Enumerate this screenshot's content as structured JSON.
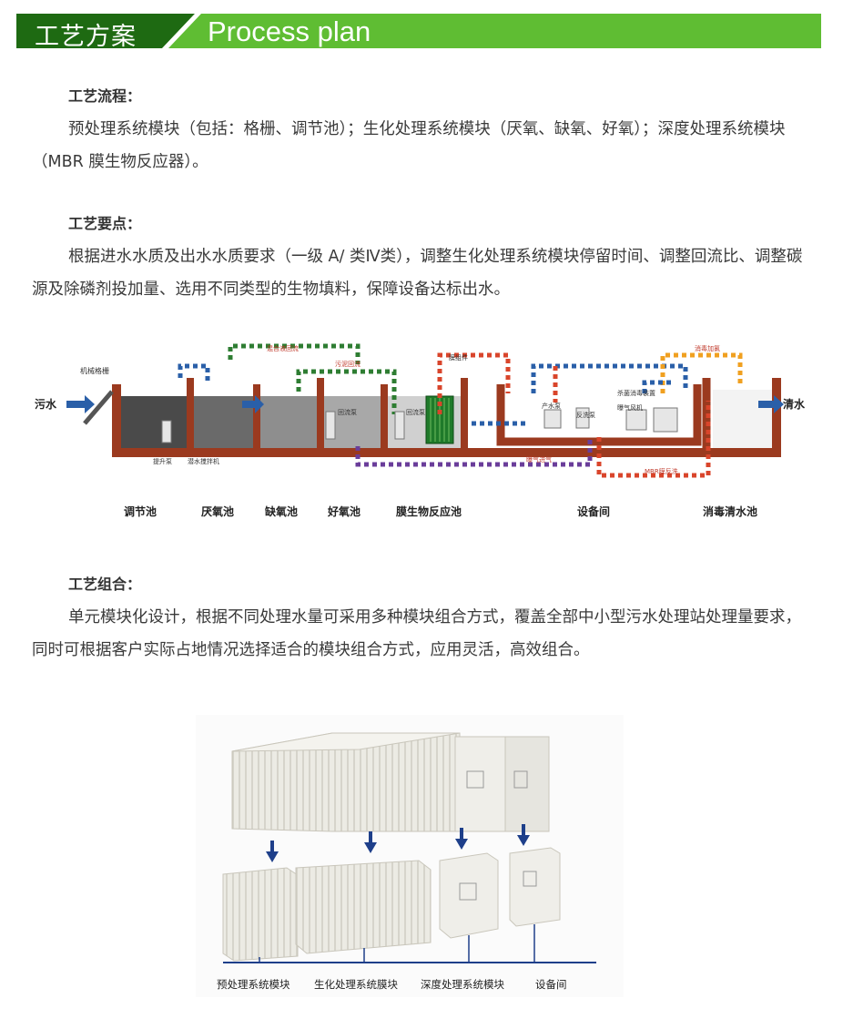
{
  "header": {
    "title_cn": "工艺方案",
    "title_en": "Process plan",
    "dark_color": "#1e6a12",
    "green_color": "#5fbd33"
  },
  "sections": [
    {
      "title": "工艺流程：",
      "body": "预处理系统模块（包括：格栅、调节池）；生化处理系统模块（厌氧、缺氧、好氧）；深度处理系统模块（MBR 膜生物反应器）。"
    },
    {
      "title": "工艺要点：",
      "body": "根据进水水质及出水水质要求（一级 A/ 类Ⅳ类），调整生化处理系统模块停留时间、调整回流比、调整碳源及除磷剂投加量、选用不同类型的生物填料，保障设备达标出水。"
    },
    {
      "title": "工艺组合：",
      "body": "单元模块化设计，根据不同处理水量可采用多种模块组合方式，覆盖全部中小型污水处理站处理量要求，同时可根据客户实际占地情况选择适合的模块组合方式，应用灵活，高效组合。"
    }
  ],
  "flow_diagram": {
    "inlet": "污水",
    "outlet": "清水",
    "screen_label": "机械格栅",
    "tanks": [
      "调节池",
      "厌氧池",
      "缺氧池",
      "好氧池",
      "膜生物反应池",
      "设备间",
      "消毒清水池"
    ],
    "equipment": [
      "提升泵",
      "潜水搅拌机",
      "回流泵",
      "回流泵",
      "产水泵",
      "反洗泵",
      "杀菌消毒装置",
      "曝气风机"
    ],
    "pipes": [
      "混合液回流",
      "污泥回流",
      "消毒加氯",
      "曝气进气",
      "MBR膜反洗",
      "膜组件"
    ],
    "colors": {
      "tank_wall": "#9b3a1f",
      "water_dark": "#4a4a4a",
      "water_mid": "#8e8e8e",
      "water_light": "#d0d0d0",
      "membrane": "#1f7a2a",
      "pipe_blue": "#2a5fa8",
      "pipe_green": "#2e7d32",
      "pipe_red": "#d9452b",
      "pipe_purple": "#6a3d9a",
      "pipe_orange": "#f0a020"
    }
  },
  "module_combo": {
    "labels": [
      "预处理系统模块",
      "生化处理系统膜块",
      "深度处理系统模块",
      "设备间"
    ]
  }
}
